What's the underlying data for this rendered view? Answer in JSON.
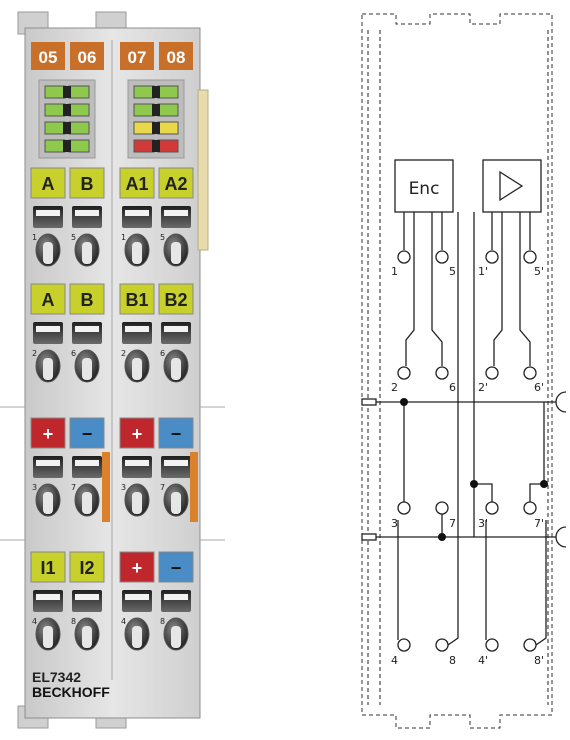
{
  "terminal": {
    "model": "EL7342",
    "brand": "BECKHOFF",
    "led_headers": [
      "05",
      "06",
      "07",
      "08"
    ],
    "rows": [
      {
        "labels": [
          "A",
          "B",
          "A1",
          "A2"
        ],
        "numbers": [
          "1",
          "5",
          "1",
          "5"
        ]
      },
      {
        "labels": [
          "A",
          "B",
          "B1",
          "B2"
        ],
        "numbers": [
          "2",
          "6",
          "2",
          "6"
        ]
      },
      {
        "labels": [
          "+",
          "−",
          "+",
          "−"
        ],
        "numbers": [
          "3",
          "7",
          "3",
          "7"
        ]
      },
      {
        "labels": [
          "I1",
          "I2",
          "+",
          "−"
        ],
        "numbers": [
          "4",
          "8",
          "4",
          "8"
        ]
      }
    ]
  },
  "schematic": {
    "blocks": [
      "Enc",
      "amplifier-triangle"
    ],
    "pins": [
      "1",
      "5",
      "1'",
      "5'",
      "2",
      "6",
      "2'",
      "6'",
      "3",
      "7",
      "3'",
      "7'",
      "4",
      "8",
      "4'",
      "8'"
    ]
  },
  "colors": {
    "orange": "#c8702a",
    "yellow_green": "#c8d12b",
    "red": "#c0272d",
    "blue": "#4a8cc6",
    "body": "#dcdcdc"
  }
}
